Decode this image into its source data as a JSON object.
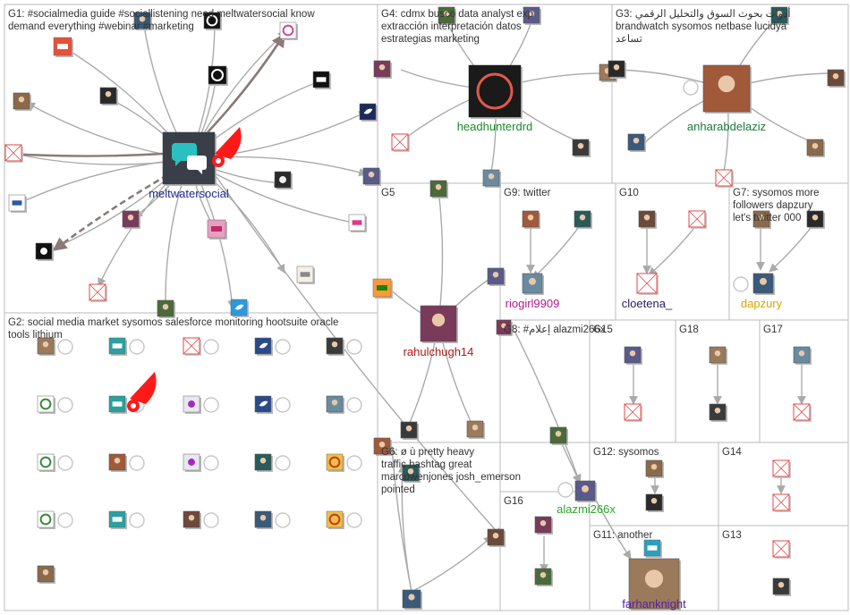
{
  "groups": [
    {
      "id": "G1",
      "label": "G1: #socialmedia guide #sociallistening need meltwatersocial know demand everything #webinar #marketing"
    },
    {
      "id": "G2",
      "label": "G2: social media market sysomos salesforce monitoring hootsuite oracle tools lithium"
    },
    {
      "id": "G3",
      "label": "G3: أدوات بحوث السوق والتحليل الرقمي brandwatch sysomos netbase lucidya تساعد"
    },
    {
      "id": "G4",
      "label": "G4: cdmx busco data analyst exp extracción interpretación datos estrategias marketing"
    },
    {
      "id": "G5",
      "label": "G5"
    },
    {
      "id": "G6",
      "label": "G6: ø ù pretty heavy traffic hashtag great marcowenjones josh_emerson pointed"
    },
    {
      "id": "G7",
      "label": "G7: sysomos more followers dapzury let's twitter 000"
    },
    {
      "id": "G8",
      "label": "G8: #إعلام alazmi266x"
    },
    {
      "id": "G9",
      "label": "G9: twitter"
    },
    {
      "id": "G10",
      "label": "G10"
    },
    {
      "id": "G11",
      "label": "G11: another"
    },
    {
      "id": "G12",
      "label": "G12: sysomos"
    },
    {
      "id": "G13",
      "label": "G13"
    },
    {
      "id": "G14",
      "label": "G14"
    },
    {
      "id": "G15",
      "label": "G15"
    },
    {
      "id": "G16",
      "label": "G16"
    },
    {
      "id": "G17",
      "label": "G17"
    },
    {
      "id": "G18",
      "label": "G18"
    }
  ],
  "hubs": [
    {
      "name": "meltwatersocial",
      "color": "#1c2b8a"
    },
    {
      "name": "headhunterdrd",
      "color": "#1a8a2a"
    },
    {
      "name": "anharabdelaziz",
      "color": "#1a7a3a"
    },
    {
      "name": "rahulchugh14",
      "color": "#b01818"
    },
    {
      "name": "riogirl9909",
      "color": "#b01890"
    },
    {
      "name": "cloetena_",
      "color": "#2a1a6a"
    },
    {
      "name": "dapzury",
      "color": "#d9a500"
    },
    {
      "name": "alazmi266x",
      "color": "#2aa82a"
    },
    {
      "name": "farhanknight",
      "color": "#5a20a0"
    }
  ],
  "colors": {
    "border": "#bbbbbb",
    "edge": "#aaaaaa",
    "pin": "#ff1a1a",
    "missing": "#e04848"
  }
}
